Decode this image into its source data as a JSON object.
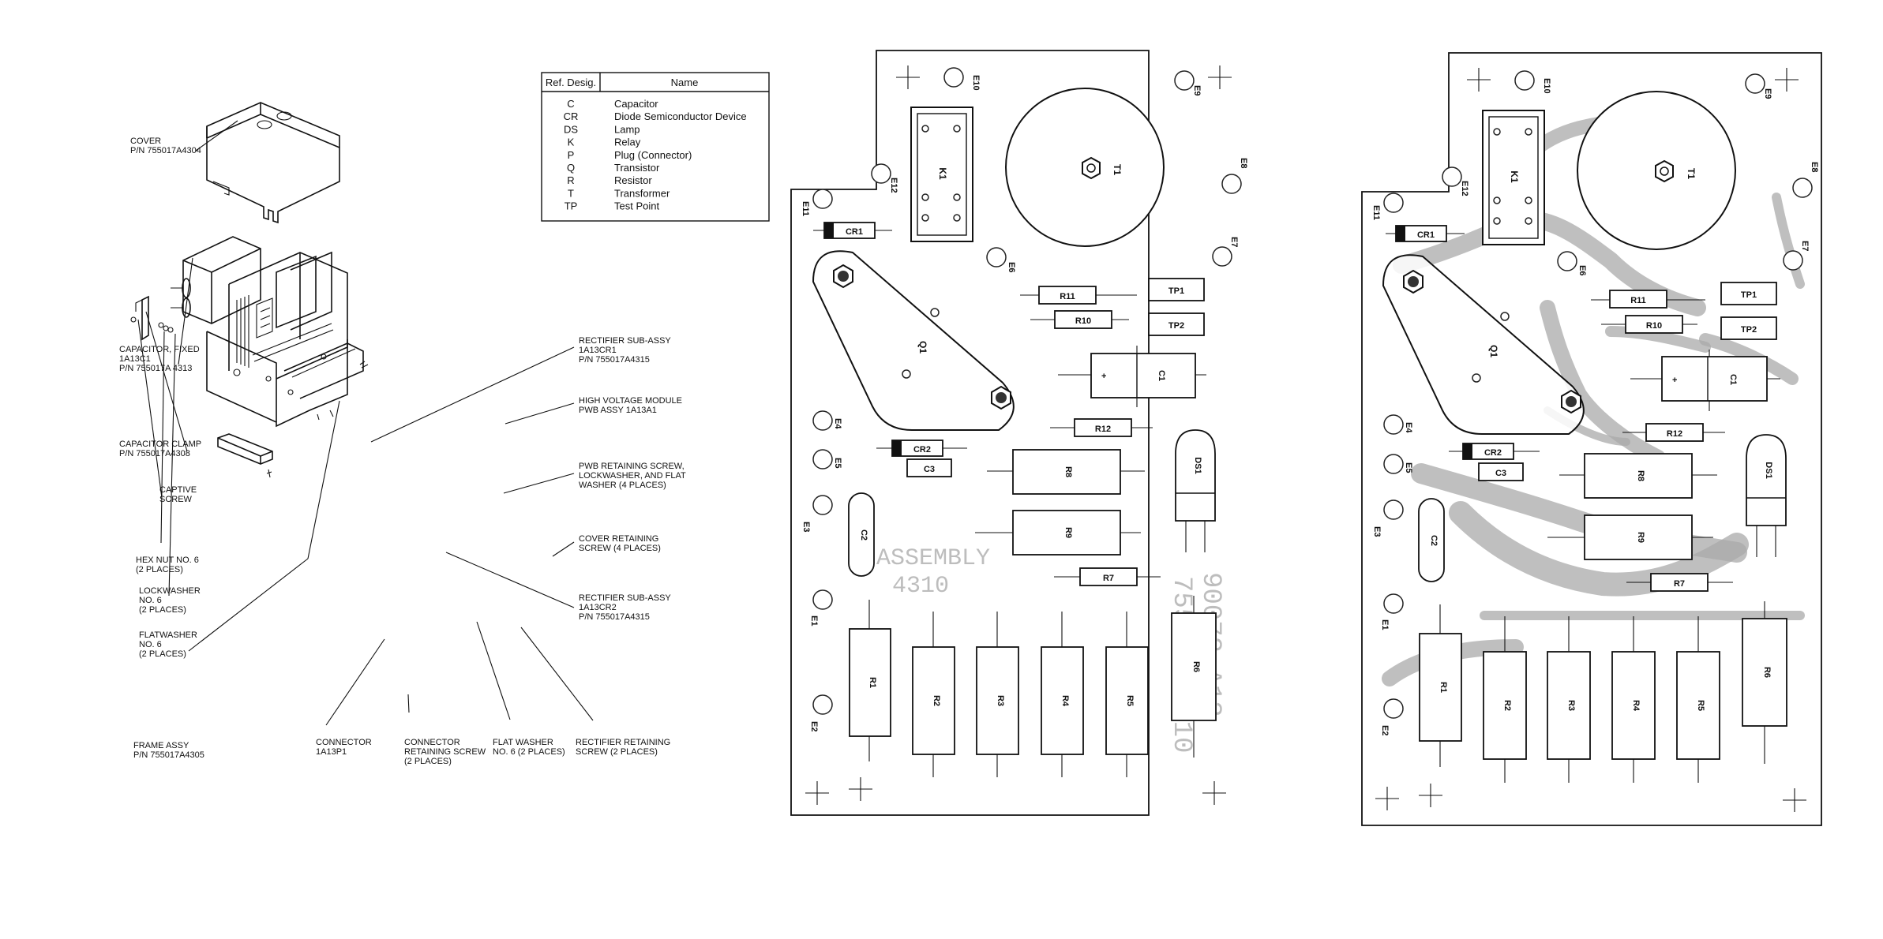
{
  "legend_table": {
    "headers": [
      "Ref. Desig.",
      "Name"
    ],
    "rows": [
      [
        "C",
        "Capacitor"
      ],
      [
        "CR",
        "Diode Semiconductor Device"
      ],
      [
        "DS",
        "Lamp"
      ],
      [
        "K",
        "Relay"
      ],
      [
        "P",
        "Plug (Connector)"
      ],
      [
        "Q",
        "Transistor"
      ],
      [
        "R",
        "Resistor"
      ],
      [
        "T",
        "Transformer"
      ],
      [
        "TP",
        "Test Point"
      ]
    ]
  },
  "exploded_view": {
    "cover": [
      "COVER",
      "P/N 755017A4304"
    ],
    "capacitor_fixed": [
      "CAPACITOR, FIXED",
      "1A13C1",
      "P/N 755017A 4313"
    ],
    "capacitor_clamp": [
      "CAPACITOR CLAMP",
      "P/N 755017A4308"
    ],
    "captive_screw": [
      "CAPTIVE",
      "SCREW"
    ],
    "hex_nut": [
      "HEX NUT NO. 6",
      "(2 PLACES)"
    ],
    "lockwasher": [
      "LOCKWASHER",
      "NO. 6",
      "(2 PLACES)"
    ],
    "flatwasher": [
      "FLATWASHER",
      "NO. 6",
      "(2 PLACES)"
    ],
    "frame_assy": [
      "FRAME ASSY",
      "P/N 755017A4305"
    ],
    "connector": [
      "CONNECTOR",
      "1A13P1"
    ],
    "connector_screw": [
      "CONNECTOR",
      "RETAINING SCREW",
      "(2 PLACES)"
    ],
    "flat_washer": [
      "FLAT WASHER",
      "NO. 6 (2 PLACES)"
    ],
    "rectifier_screw": [
      "RECTIFIER RETAINING",
      "SCREW (2 PLACES)"
    ],
    "rectifier_cr1": [
      "RECTIFIER SUB-ASSY",
      "1A13CR1",
      "P/N 755017A4315"
    ],
    "hv_module": [
      "HIGH VOLTAGE MODULE",
      "PWB ASSY 1A13A1"
    ],
    "pwb_screw": [
      "PWB RETAINING SCREW,",
      "LOCKWASHER, AND FLAT",
      "WASHER (4 PLACES)"
    ],
    "cover_screw": [
      "COVER RETAINING",
      "SCREW (4 PLACES)"
    ],
    "rectifier_cr2": [
      "RECTIFIER SUB-ASSY",
      "1A13CR2",
      "P/N 755017A4315"
    ]
  },
  "boards": {
    "components": {
      "K1": "K1",
      "T1": "T1",
      "Q1": "Q1",
      "CR1": "CR1",
      "CR2": "CR2",
      "C1": "C1",
      "C2": "C2",
      "C3": "C3",
      "R1": "R1",
      "R2": "R2",
      "R3": "R3",
      "R4": "R4",
      "R5": "R5",
      "R6": "R6",
      "R7": "R7",
      "R8": "R8",
      "R9": "R9",
      "R10": "R10",
      "R11": "R11",
      "R12": "R12",
      "TP1": "TP1",
      "TP2": "TP2",
      "DS1": "DS1",
      "plus": "+"
    },
    "terminals": {
      "E1": "E1",
      "E2": "E2",
      "E3": "E3",
      "E4": "E4",
      "E5": "E5",
      "E6": "E6",
      "E7": "E7",
      "E8": "E8",
      "E9": "E9",
      "E10": "E10",
      "E11": "E11",
      "E12": "E12"
    },
    "silkscreen": [
      "90072 A13",
      "755017A4310",
      "ASSEMBLY",
      "4310"
    ]
  }
}
